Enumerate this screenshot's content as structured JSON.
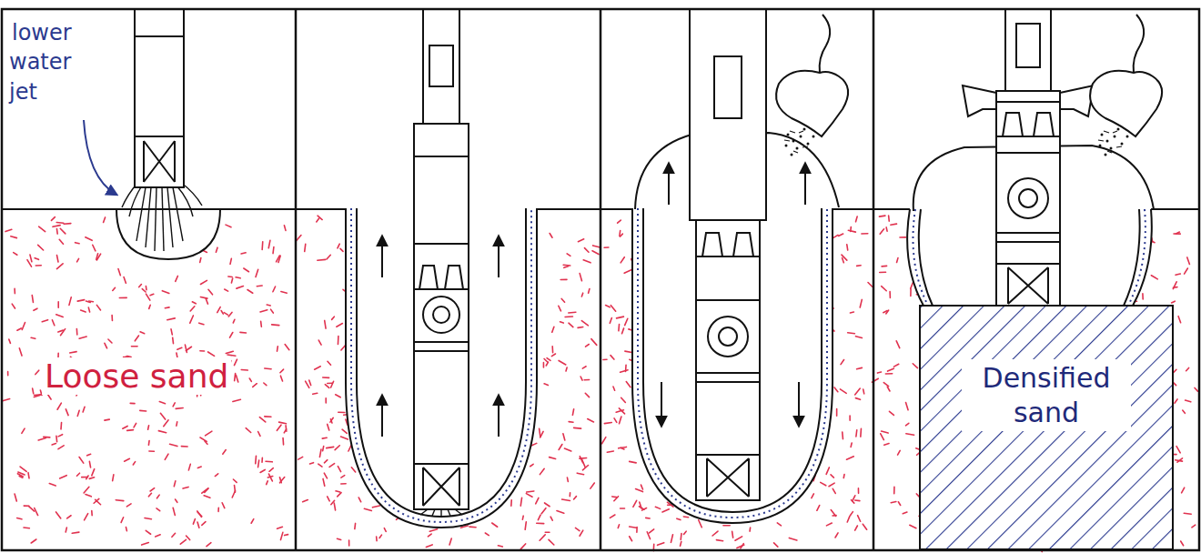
{
  "diagram": {
    "nodes": [
      {
        "text": [
          "Densified sand"
        ]
      }
    ],
    "labels": [
      "lower water jet",
      "Loose sand"
    ]
  }
}
